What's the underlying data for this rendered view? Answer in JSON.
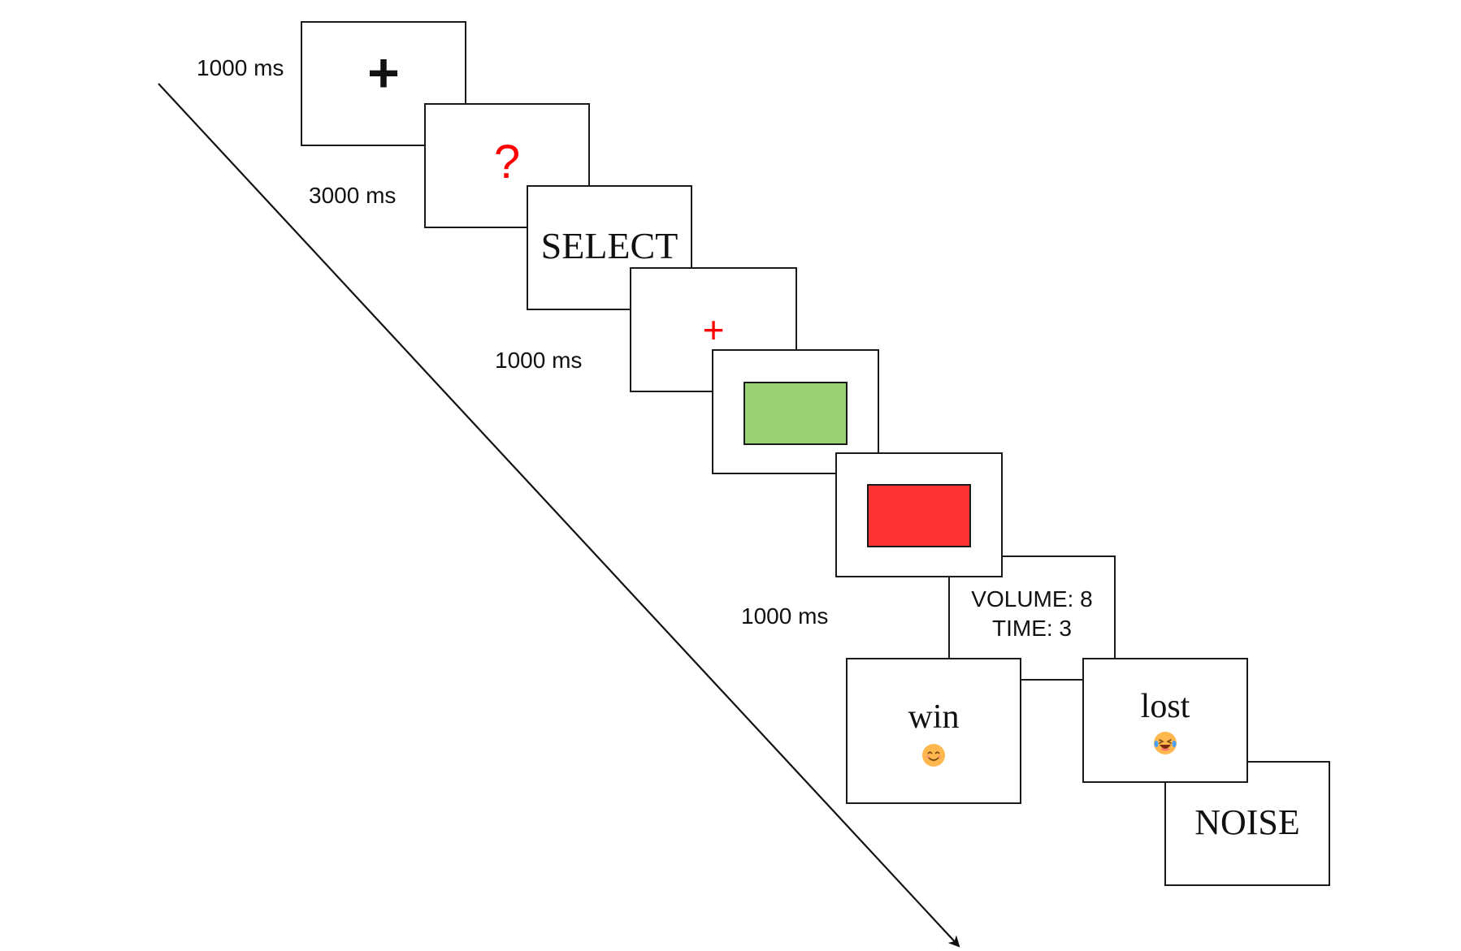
{
  "timing_labels": {
    "fixation": "1000 ms",
    "question": "3000 ms",
    "cue": "1000 ms",
    "outcome": "1000 ms"
  },
  "screens": {
    "fixation": {
      "symbol": "+",
      "color": "#111111"
    },
    "question": {
      "symbol": "?",
      "color": "#ff0000"
    },
    "select": {
      "text": "SELECT"
    },
    "red_fixation": {
      "symbol": "+",
      "color": "#ff0000"
    },
    "green_target": {
      "color": "#9ad174"
    },
    "red_target": {
      "color": "#ff3333"
    },
    "settings": {
      "line1": "VOLUME: 8",
      "line2": "TIME: 3"
    },
    "win": {
      "text": "win",
      "emoji": "smiling-face-icon"
    },
    "lost": {
      "text": "lost",
      "emoji": "laughing-face-icon"
    },
    "noise": {
      "text": "NOISE"
    }
  }
}
